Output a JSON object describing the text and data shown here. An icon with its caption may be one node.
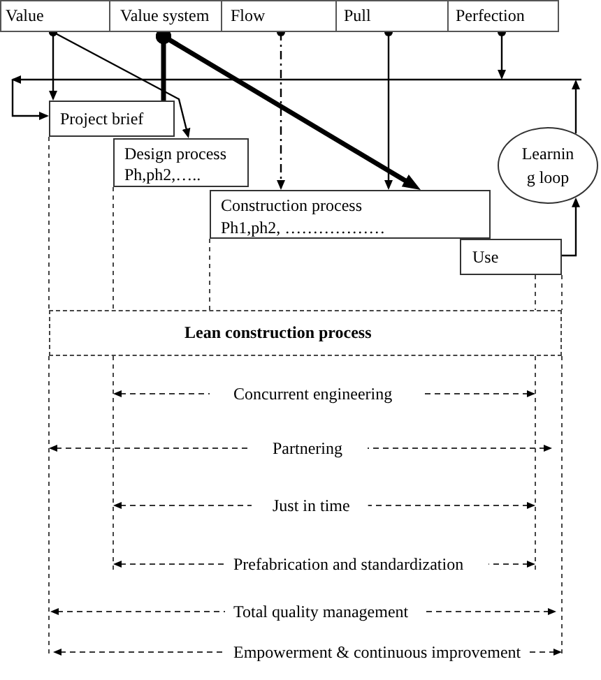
{
  "diagram": {
    "nodes": [
      {
        "text": [
          "Value"
        ]
      },
      {
        "text": [
          "Value system"
        ]
      },
      {
        "text": [
          "Flow"
        ]
      },
      {
        "text": [
          "Pull"
        ]
      },
      {
        "text": [
          "Perfection"
        ]
      },
      {
        "text": [],
        "shape": "line"
      },
      {
        "text": [
          "Project brief"
        ]
      },
      {
        "text": [
          "Design process",
          "Ph,ph2,….."
        ]
      },
      {
        "text": [
          "Learnin g loop"
        ]
      },
      {
        "text": [
          "Construction process",
          "Ph1,ph2, ………………"
        ]
      },
      {
        "text": [
          "Use"
        ]
      },
      {
        "text": [
          "Lean construction process"
        ]
      }
    ],
    "edges": [
      {
        "from": 0,
        "to": 6,
        "arrow": "to"
      },
      {
        "from": 0,
        "to": 7,
        "arrow": "to"
      },
      {
        "from": 1,
        "to": 6,
        "arrow": "other",
        "style": "thick"
      },
      {
        "from": 1,
        "to": 9,
        "arrow": "to",
        "style": "thick"
      },
      {
        "from": 2,
        "to": 9,
        "arrow": "to",
        "style": "dashed"
      },
      {
        "from": 3,
        "to": 9,
        "arrow": "to"
      },
      {
        "from": 4,
        "to": 5,
        "arrow": "to"
      },
      {
        "from": 5,
        "to": 6,
        "arrow": "to"
      },
      {
        "from": 10,
        "to": 8,
        "arrow": "to"
      },
      {
        "from": 8,
        "to": 5,
        "arrow": "to"
      }
    ],
    "labels": [
      "Concurrent engineering",
      "Partnering",
      "Just in time",
      "Prefabrication and standardization",
      "Total quality management",
      "Empowerment & continuous improvement"
    ]
  }
}
